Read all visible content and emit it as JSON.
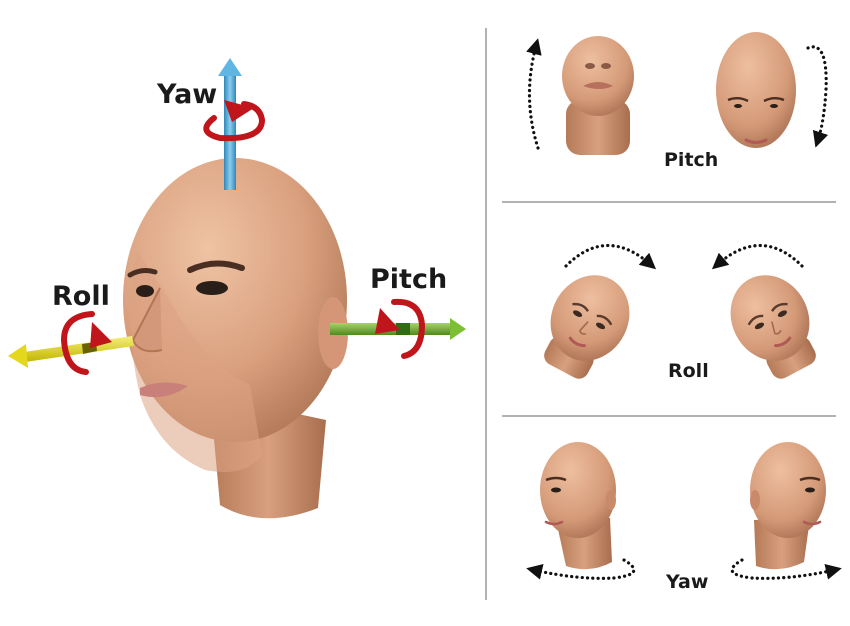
{
  "main": {
    "yaw_label": "Yaw",
    "roll_label": "Roll",
    "pitch_label": "Pitch"
  },
  "panels": {
    "pitch_label": "Pitch",
    "roll_label": "Roll",
    "yaw_label": "Yaw"
  },
  "colors": {
    "skin": "#d9a07e",
    "yaw_axis": "#4aa7d6",
    "pitch_axis": "#6ea92e",
    "roll_axis": "#e3d81e",
    "rotation_arrow": "#c0161b",
    "divider": "#9a9a9a"
  }
}
